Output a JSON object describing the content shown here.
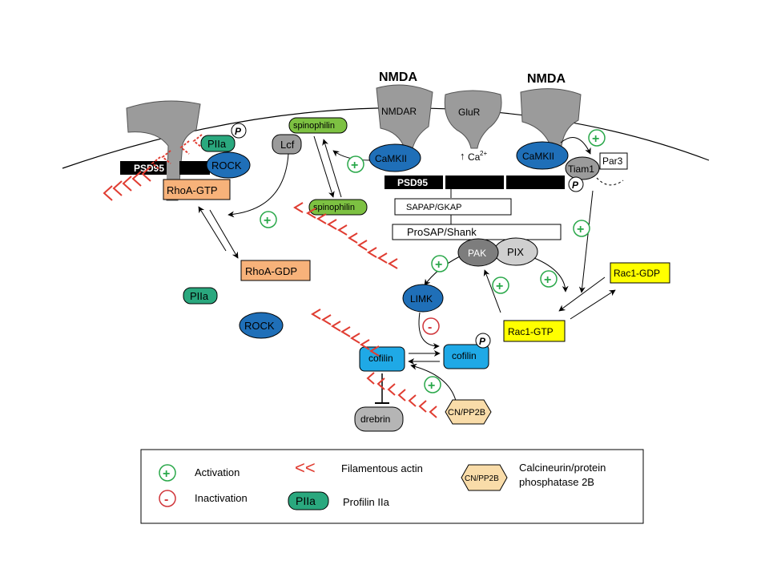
{
  "receptors": {
    "nmda_left": "NMDA",
    "nmda_right": "NMDA",
    "nmdar": "NMDAR",
    "glur": "GluR"
  },
  "nodes": {
    "psd95_left": "PSD95",
    "piia_top": "PIIa",
    "p_label": "P",
    "rock_top": "ROCK",
    "rhoa_gtp": "RhoA-GTP",
    "rhoa_gdp": "RhoA-GDP",
    "piia_mid": "PIIa",
    "rock_mid": "ROCK",
    "lcf": "Lcf",
    "spinophilin_top": "spinophilin",
    "spinophilin_mid": "spinophilin",
    "camkii_left": "CaMKII",
    "camkii_right": "CaMKII",
    "ca": "Ca",
    "ca_sup": "2+",
    "psd95_right": "PSD95",
    "sapap": "SAPAP/GKAP",
    "prosap": "ProSAP/Shank",
    "tiam1": "Tiam1",
    "par3": "Par3",
    "pak": "PAK",
    "pix": "PIX",
    "rac1_gdp": "Rac1-GDP",
    "rac1_gtp": "Rac1-GTP",
    "limk": "LIMK",
    "cofilin_left": "cofilin",
    "cofilin_right": "cofilin",
    "drebrin": "drebrin",
    "cn_pp2b": "CN/PP2B"
  },
  "signs": {
    "plus": "+",
    "minus": "-",
    "actin": "<<"
  },
  "legend": {
    "activation": "Activation",
    "inactivation": "Inactivation",
    "actin_label": "Filamentous actin",
    "piia_symbol": "PIIa",
    "piia_label": "Profilin IIa",
    "cn_symbol": "CN/PP2B",
    "cn_label_1": "Calcineurin/protein",
    "cn_label_2": "phosphatase 2B"
  },
  "colors": {
    "receptor_gray": "#9b9b9b",
    "blue_dark": "#1f6fb8",
    "blue_light": "#1fa9e6",
    "green_light": "#7dc142",
    "teal": "#2aa87e",
    "orange": "#f7b27a",
    "yellow": "#ffff00",
    "activation_green": "#2aa84a",
    "inhibition_red": "#d0353a",
    "actin_red": "#e03c31",
    "cn_fill": "#f9dca9"
  }
}
